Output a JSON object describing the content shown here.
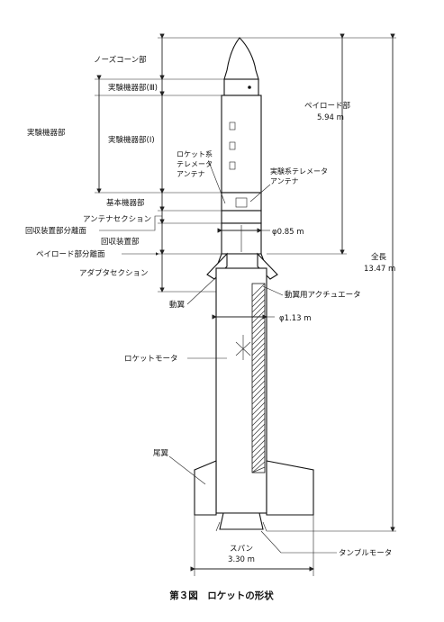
{
  "labels": {
    "nose_cone": "ノーズコーン部",
    "exp_unit_3": "実験機器部(Ⅲ)",
    "exp_unit_1": "実験機器部(Ⅰ)",
    "exp_unit": "実験機器部",
    "rocket_telemetry_antenna_1": "ロケット系",
    "rocket_telemetry_antenna_2": "テレメータ",
    "rocket_telemetry_antenna_3": "アンテナ",
    "exp_telemetry_antenna_1": "実験系テレメータ",
    "exp_telemetry_antenna_2": "アンテナ",
    "base_unit": "基本機器部",
    "antenna_section": "アンテナセクション",
    "recovery_sep_plane": "回収装置部分離面",
    "recovery_unit": "回収装置部",
    "payload_sep_plane": "ペイロード部分離面",
    "adapter_section": "アダプタセクション",
    "moving_fin": "動翼",
    "fin_actuator": "動翼用アクチュエータ",
    "rocket_motor": "ロケットモータ",
    "tail_fin": "尾翼",
    "tumble_motor": "タンブルモータ",
    "payload": "ペイロード部",
    "payload_len": "5.94 m",
    "total": "全長",
    "total_len": "13.47 m",
    "dia_085": "φ0.85 m",
    "dia_113": "φ1.13 m",
    "span": "スパン",
    "span_len": "3.30 m"
  },
  "caption": "第３図　ロケットの形状"
}
